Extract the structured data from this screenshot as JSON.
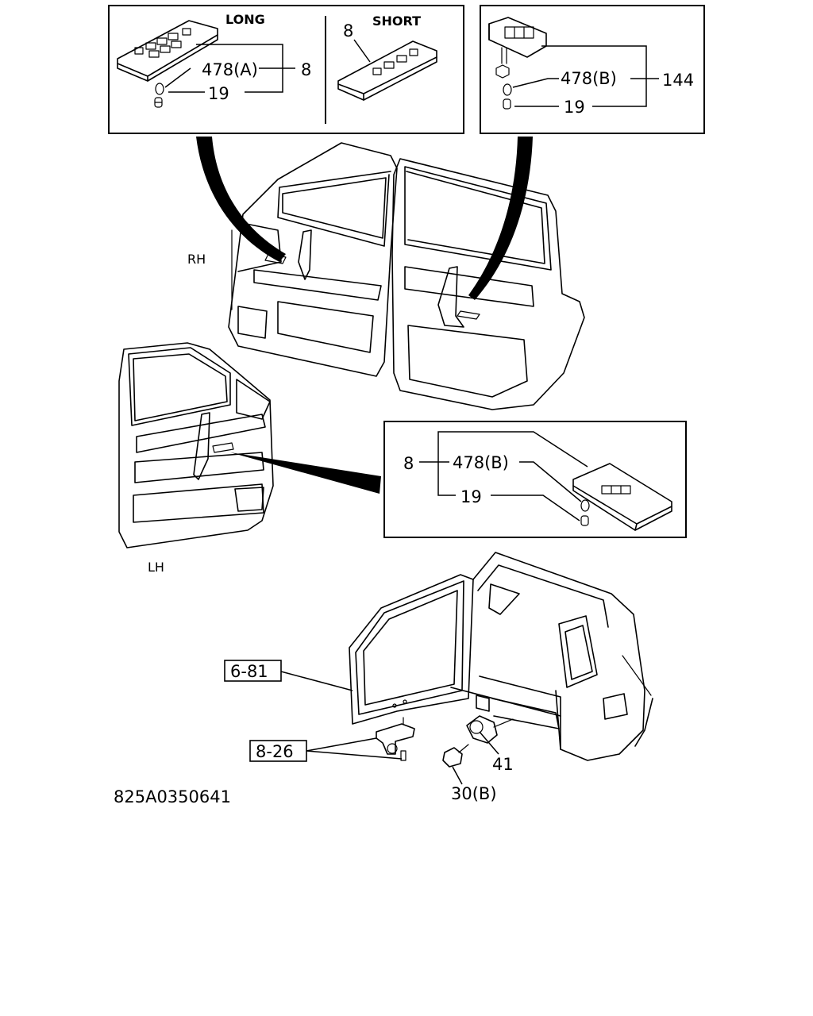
{
  "inset_front": {
    "header_long": "LONG",
    "header_short": "SHORT",
    "label_switch": "478(A)",
    "label_assy": "8",
    "label_bulb": "19",
    "label_short_panel": "8"
  },
  "inset_rear": {
    "label_switch": "478(B)",
    "label_assy": "144",
    "label_bulb": "19"
  },
  "inset_lh": {
    "label_assy": "8",
    "label_switch": "478(B)",
    "label_bulb": "19"
  },
  "side_labels": {
    "rh": "RH",
    "lh": "LH"
  },
  "tailgate": {
    "ref_panel": "6-81",
    "ref_hinge": "8-26",
    "label_striker": "41",
    "label_bolt": "30(B)"
  },
  "drawing_number": "825A0350641"
}
